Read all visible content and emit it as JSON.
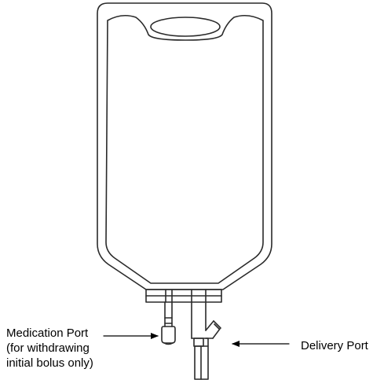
{
  "labels": {
    "medication_port": {
      "line1": "Medication Port",
      "line2": "(for withdrawing",
      "line3": "initial bolus only)"
    },
    "delivery_port": "Delivery Port"
  },
  "colors": {
    "line": "#2a2a2a",
    "background": "#ffffff"
  }
}
